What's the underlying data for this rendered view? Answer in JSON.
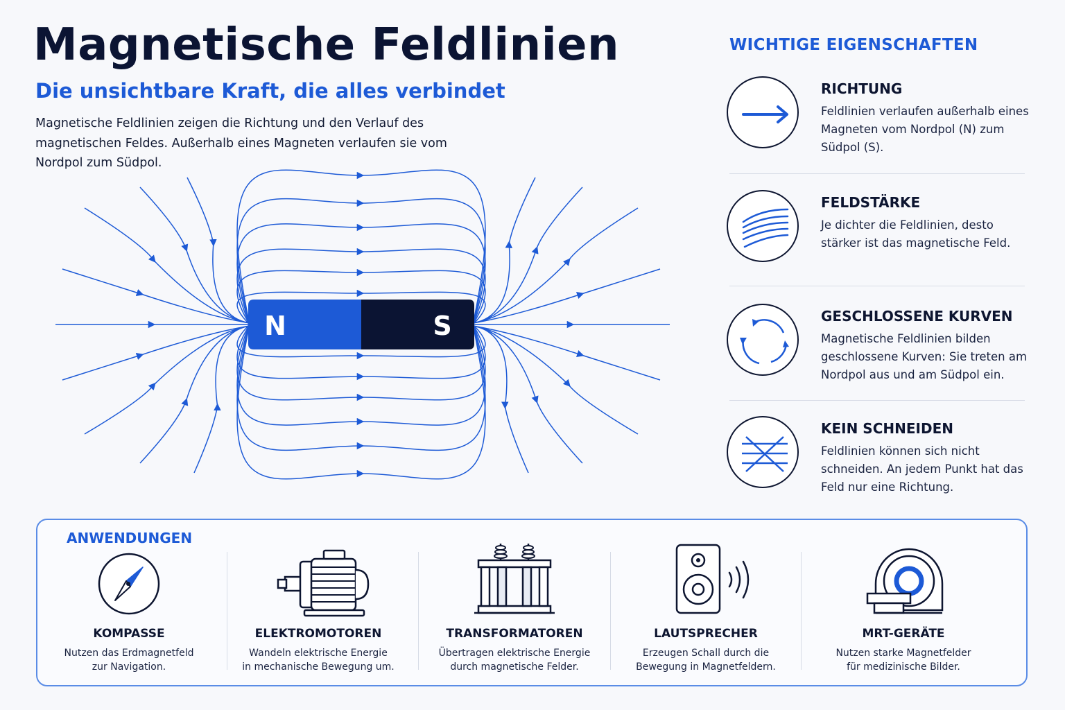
{
  "header": {
    "title": "Magnetische Feldlinien",
    "subtitle": "Die unsichtbare Kraft, die alles verbindet",
    "intro": "Magnetische Feldlinien zeigen die Richtung und den Verlauf des magnetischen Feldes. Außerhalb eines Magneten verlaufen sie vom Nordpol zum Südpol."
  },
  "magnet": {
    "north_label": "N",
    "south_label": "S",
    "north_color": "#1d5ad6",
    "south_color": "#0b1433",
    "field_line_color": "#1d5ad6"
  },
  "properties": {
    "heading": "WICHTIGE EIGENSCHAFTEN",
    "items": [
      {
        "icon": "arrow-right-icon",
        "title": "RICHTUNG",
        "text": "Feldlinien verlaufen außerhalb eines Magneten vom Nordpol (N) zum Südpol (S)."
      },
      {
        "icon": "field-lines-icon",
        "title": "FELDSTÄRKE",
        "text": "Je dichter die Feldlinien, desto stärker ist das magnetische Feld."
      },
      {
        "icon": "cycle-icon",
        "title": "GESCHLOSSENE KURVEN",
        "text": "Magnetische Feldlinien bilden geschlossene Kurven: Sie treten am Nordpol aus und am Südpol ein."
      },
      {
        "icon": "no-crossing-icon",
        "title": "KEIN SCHNEIDEN",
        "text": "Feldlinien können sich nicht schneiden. An jedem Punkt hat das Feld nur eine Richtung."
      }
    ]
  },
  "applications": {
    "heading": "ANWENDUNGEN",
    "items": [
      {
        "icon": "compass-icon",
        "title": "KOMPASSE",
        "text_line1": "Nutzen das Erdmagnetfeld",
        "text_line2": "zur Navigation."
      },
      {
        "icon": "electric-motor-icon",
        "title": "ELEKTROMOTOREN",
        "text_line1": "Wandeln elektrische Energie",
        "text_line2": "in mechanische Bewegung um."
      },
      {
        "icon": "transformer-icon",
        "title": "TRANSFORMATOREN",
        "text_line1": "Übertragen elektrische Energie",
        "text_line2": "durch magnetische Felder."
      },
      {
        "icon": "speaker-icon",
        "title": "LAUTSPRECHER",
        "text_line1": "Erzeugen Schall durch die",
        "text_line2": "Bewegung in Magnetfeldern."
      },
      {
        "icon": "mri-scanner-icon",
        "title": "MRT-GERÄTE",
        "text_line1": "Nutzen starke Magnetfelder",
        "text_line2": "für medizinische Bilder."
      }
    ]
  }
}
